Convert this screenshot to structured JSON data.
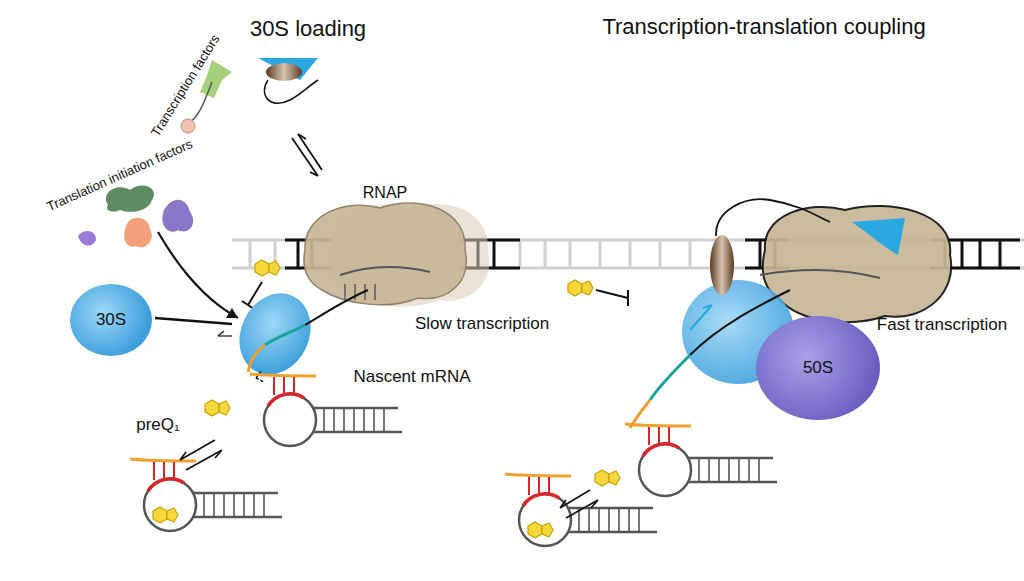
{
  "diagram": {
    "nodes": [
      {
        "text": [
          "30S"
        ]
      },
      {
        "text": [
          "RNAP"
        ]
      },
      {
        "text": [
          "50S"
        ]
      }
    ],
    "labels": [
      "30S loading",
      "Transcription-translation coupling",
      "Transcription factors",
      "Translation initiation factors",
      "Slow transcription",
      "Nascent mRNA",
      "preQ₁",
      "Fast transcription"
    ]
  }
}
